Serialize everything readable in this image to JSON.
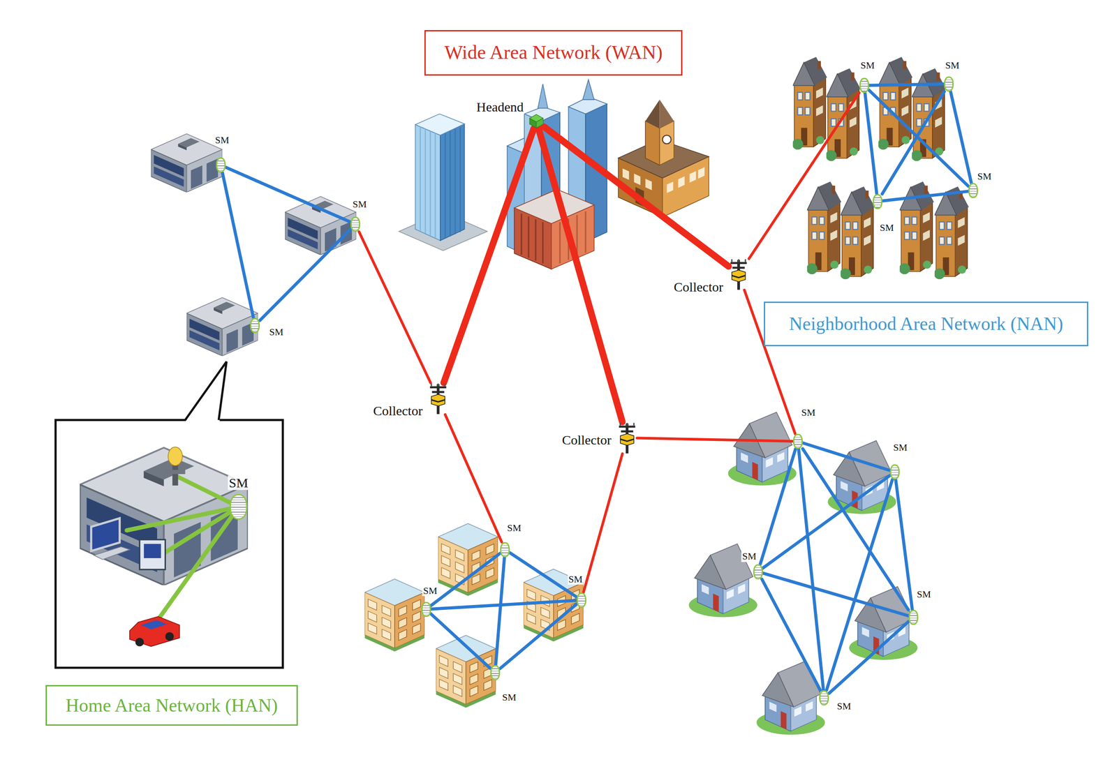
{
  "diagram": {
    "nodes": [
      {
        "text": [
          "Wide Area Network (WAN)"
        ]
      },
      {
        "text": [
          "Headend"
        ]
      },
      {
        "text": [
          "SM"
        ]
      },
      {
        "text": [
          "SM"
        ]
      },
      {
        "text": [
          "SM"
        ]
      },
      {
        "text": [
          "SM"
        ]
      },
      {
        "text": [
          "SM"
        ]
      },
      {
        "text": [
          "SM"
        ]
      },
      {
        "text": [
          "Collector"
        ]
      },
      {
        "text": [
          "SM"
        ]
      },
      {
        "text": [
          "Neighborhood Area Network (NAN)"
        ]
      },
      {
        "text": [
          "Collector"
        ]
      },
      {
        "text": [
          "Collector"
        ]
      },
      {
        "text": [
          "SM"
        ]
      },
      {
        "text": [
          "SM"
        ]
      },
      {
        "text": [
          "SM"
        ]
      },
      {
        "text": [
          "SM"
        ]
      },
      {
        "text": [
          "SM"
        ]
      },
      {
        "text": [
          "SM"
        ]
      },
      {
        "text": [
          "SM"
        ]
      },
      {
        "text": [
          "SM"
        ]
      },
      {
        "text": [
          "SM"
        ]
      },
      {
        "text": [
          "SM"
        ]
      },
      {
        "text": [
          "Home Area Network (HAN)"
        ]
      }
    ],
    "edges": [
      {
        "from": 1,
        "to": 11,
        "arrow": "none"
      },
      {
        "from": 1,
        "to": 12,
        "arrow": "none"
      },
      {
        "from": 1,
        "to": 8,
        "arrow": "none"
      },
      {
        "from": 11,
        "to": 5,
        "arrow": "none"
      },
      {
        "from": 11,
        "to": 16,
        "arrow": "none"
      },
      {
        "from": 12,
        "to": 18,
        "arrow": "none"
      },
      {
        "from": 12,
        "to": 13,
        "arrow": "none"
      },
      {
        "from": 8,
        "to": 3,
        "arrow": "none"
      },
      {
        "from": 8,
        "to": 13,
        "arrow": "none"
      },
      {
        "from": 2,
        "to": 5,
        "arrow": "none"
      },
      {
        "from": 2,
        "to": 9,
        "arrow": "none"
      },
      {
        "from": 5,
        "to": 9,
        "arrow": "none"
      },
      {
        "from": 3,
        "to": 4,
        "arrow": "none"
      },
      {
        "from": 3,
        "to": 7,
        "arrow": "none"
      },
      {
        "from": 3,
        "to": 6,
        "arrow": "none"
      },
      {
        "from": 4,
        "to": 7,
        "arrow": "none"
      },
      {
        "from": 4,
        "to": 6,
        "arrow": "none"
      },
      {
        "from": 6,
        "to": 7,
        "arrow": "none"
      },
      {
        "from": 16,
        "to": 19,
        "arrow": "none"
      },
      {
        "from": 16,
        "to": 18,
        "arrow": "none"
      },
      {
        "from": 16,
        "to": 21,
        "arrow": "none"
      },
      {
        "from": 18,
        "to": 19,
        "arrow": "none"
      },
      {
        "from": 19,
        "to": 21,
        "arrow": "none"
      },
      {
        "from": 18,
        "to": 21,
        "arrow": "none"
      },
      {
        "from": 13,
        "to": 14,
        "arrow": "none"
      },
      {
        "from": 13,
        "to": 17,
        "arrow": "none"
      },
      {
        "from": 13,
        "to": 20,
        "arrow": "none"
      },
      {
        "from": 13,
        "to": 22,
        "arrow": "none"
      },
      {
        "from": 14,
        "to": 17,
        "arrow": "none"
      },
      {
        "from": 14,
        "to": 20,
        "arrow": "none"
      },
      {
        "from": 14,
        "to": 22,
        "arrow": "none"
      },
      {
        "from": 17,
        "to": 20,
        "arrow": "none"
      },
      {
        "from": 17,
        "to": 22,
        "arrow": "none"
      },
      {
        "from": 20,
        "to": 22,
        "arrow": "none"
      }
    ]
  }
}
